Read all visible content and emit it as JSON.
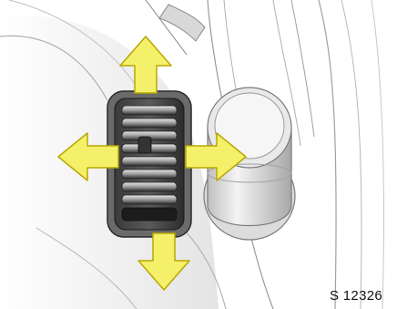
{
  "figure": {
    "code": "S 12326",
    "subject": "air vent",
    "arrows": [
      "up",
      "down",
      "left",
      "right"
    ],
    "colors": {
      "arrow_fill": "#f5f06a",
      "arrow_stroke": "#b9a800",
      "line": "#9a9a9a",
      "shade": "#d8d8d8"
    }
  }
}
